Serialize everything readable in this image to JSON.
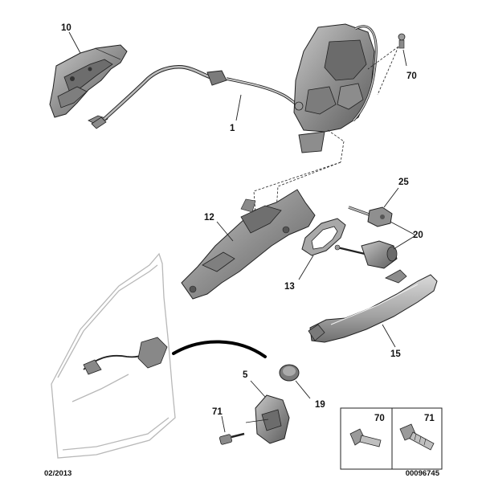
{
  "callouts": {
    "c1": "1",
    "c5": "5",
    "c10": "10",
    "c12": "12",
    "c13": "13",
    "c15": "15",
    "c19": "19",
    "c20": "20",
    "c25": "25",
    "c70": "70",
    "c71": "71",
    "inset70": "70",
    "inset71": "71"
  },
  "footer": {
    "date": "02/2013",
    "ref": "00096745"
  },
  "colors": {
    "line": "#222222",
    "part_fill": "#9a9a9a",
    "part_dark": "#6e6e6e",
    "door_outline": "#b8b8b8"
  }
}
